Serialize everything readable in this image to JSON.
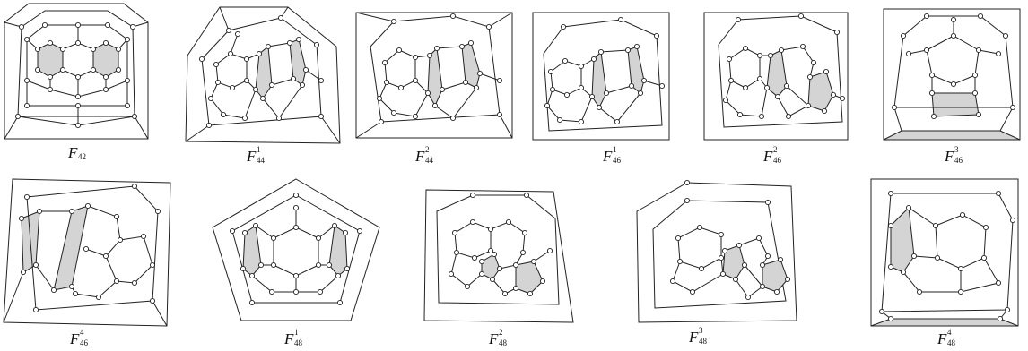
{
  "figure": {
    "panels": [
      {
        "id": "F42",
        "letter": "F",
        "sub": "42",
        "sup": "",
        "shaded_faces": 2
      },
      {
        "id": "F44-1",
        "letter": "F",
        "sub": "44",
        "sup": "1",
        "shaded_faces": 2
      },
      {
        "id": "F44-2",
        "letter": "F",
        "sub": "44",
        "sup": "2",
        "shaded_faces": 2
      },
      {
        "id": "F46-1",
        "letter": "F",
        "sub": "46",
        "sup": "1",
        "shaded_faces": 2
      },
      {
        "id": "F46-2",
        "letter": "F",
        "sub": "46",
        "sup": "2",
        "shaded_faces": 2
      },
      {
        "id": "F46-3",
        "letter": "F",
        "sub": "46",
        "sup": "3",
        "shaded_faces": 2
      },
      {
        "id": "F46-4",
        "letter": "F",
        "sub": "46",
        "sup": "4",
        "shaded_faces": 2
      },
      {
        "id": "F48-1",
        "letter": "F",
        "sub": "48",
        "sup": "1",
        "shaded_faces": 2
      },
      {
        "id": "F48-2",
        "letter": "F",
        "sub": "48",
        "sup": "2",
        "shaded_faces": 2
      },
      {
        "id": "F48-3",
        "letter": "F",
        "sub": "48",
        "sup": "3",
        "shaded_faces": 2
      },
      {
        "id": "F48-4",
        "letter": "F",
        "sub": "48",
        "sup": "4",
        "shaded_faces": 2
      }
    ],
    "colors": {
      "line": "#222222",
      "shade": "#d4d4d4",
      "vertex": "#ffffff"
    }
  }
}
